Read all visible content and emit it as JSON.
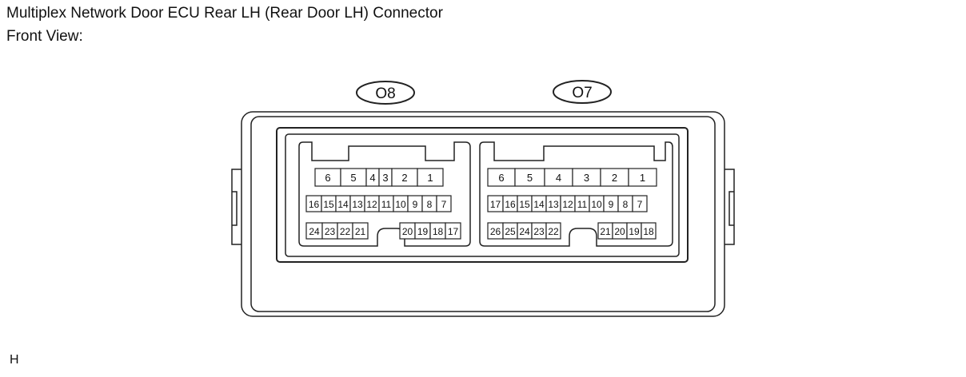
{
  "title": "Multiplex Network Door ECU Rear LH (Rear Door LH)  Connector",
  "view_label": "Front View:",
  "footer_code": "H",
  "connectors": [
    {
      "id": "O8",
      "rows": [
        [
          "6",
          "5",
          "4",
          "3",
          "2",
          "1"
        ],
        [
          "16",
          "15",
          "14",
          "13",
          "12",
          "11",
          "10",
          "9",
          "8",
          "7"
        ],
        [
          "24",
          "23",
          "22",
          "21",
          "20",
          "19",
          "18",
          "17"
        ]
      ]
    },
    {
      "id": "O7",
      "rows": [
        [
          "6",
          "5",
          "4",
          "3",
          "2",
          "1"
        ],
        [
          "17",
          "16",
          "15",
          "14",
          "13",
          "12",
          "11",
          "10",
          "9",
          "8",
          "7"
        ],
        [
          "26",
          "25",
          "24",
          "23",
          "22",
          "21",
          "20",
          "19",
          "18"
        ]
      ]
    }
  ]
}
